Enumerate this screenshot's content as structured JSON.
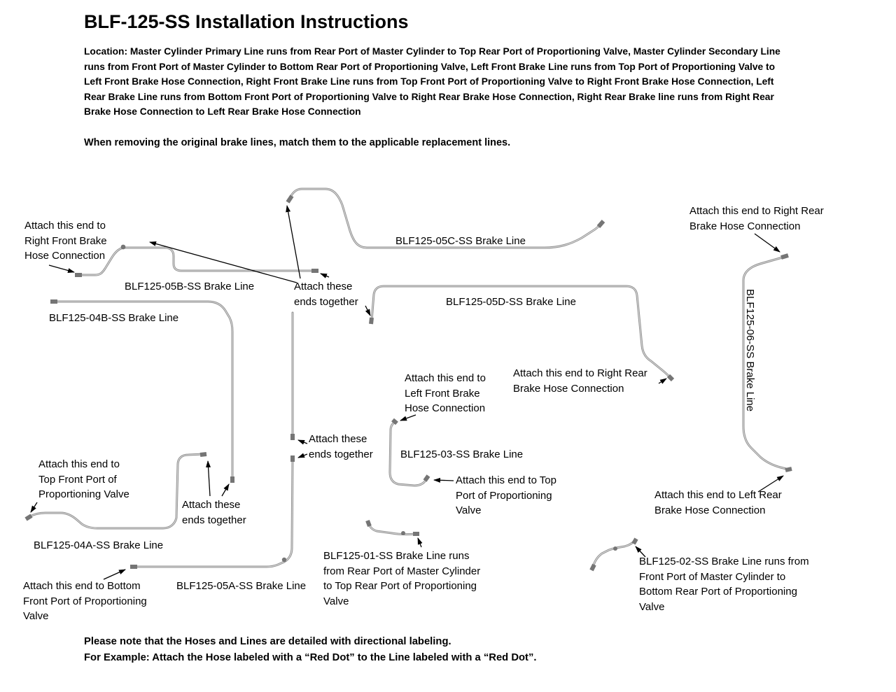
{
  "page": {
    "title": "BLF-125-SS Installation Instructions",
    "location_paragraph": "Location: Master Cylinder Primary Line runs from Rear Port of Master Cylinder to Top Rear Port of Proportioning Valve, Master Cylinder Secondary Line\nruns from Front Port of Master Cylinder to Bottom Rear Port of Proportioning Valve, Left Front Brake Line runs from Top Port of Proportioning Valve to\nLeft Front Brake Hose Connection, Right Front Brake Line runs from Top Front Port of Proportioning Valve to Right Front Brake Hose Connection, Left\nRear Brake Line runs from Bottom Front Port of Proportioning Valve to Right Rear Brake Hose Connection, Right Rear Brake line runs from Right Rear\nBrake Hose Connection to Left Rear Brake Hose Connection",
    "match_note": "When removing the original brake lines, match them to the applicable replacement lines.",
    "footer": "Please note that the Hoses and Lines are detailed with directional labeling.\nFor Example: Attach the Hose labeled with a “Red Dot” to the Line labeled with a “Red Dot”."
  },
  "diagram": {
    "labels": [
      {
        "id": "attach-right-front-hose",
        "text": "Attach this end to\nRight Front Brake\nHose Connection"
      },
      {
        "id": "blf125-05b",
        "text": "BLF125-05B-SS Brake Line"
      },
      {
        "id": "blf125-04b",
        "text": "BLF125-04B-SS Brake Line"
      },
      {
        "id": "attach-ends-top",
        "text": "Attach these\nends together"
      },
      {
        "id": "blf125-05c",
        "text": "BLF125-05C-SS Brake Line"
      },
      {
        "id": "attach-right-rear-top",
        "text": "Attach this end to Right Rear\nBrake Hose Connection"
      },
      {
        "id": "blf125-05d",
        "text": "BLF125-05D-SS Brake Line"
      },
      {
        "id": "blf125-06-vertical",
        "text": "BLF125-06-SS Brake Line"
      },
      {
        "id": "attach-left-front-hose",
        "text": "Attach this end to\nLeft Front Brake\nHose Connection"
      },
      {
        "id": "attach-right-rear-mid",
        "text": "Attach this end to Right Rear\nBrake Hose Connection"
      },
      {
        "id": "attach-ends-mid",
        "text": "Attach these\nends together"
      },
      {
        "id": "blf125-03",
        "text": "BLF125-03-SS Brake Line"
      },
      {
        "id": "attach-top-front-port",
        "text": "Attach this end to\nTop Front Port of\nProportioning Valve"
      },
      {
        "id": "attach-ends-bottom",
        "text": "Attach these\nends together"
      },
      {
        "id": "attach-top-port",
        "text": "Attach this end to Top\nPort of Proportioning\nValve"
      },
      {
        "id": "attach-left-rear-hose",
        "text": "Attach this end to Left Rear\nBrake Hose Connection"
      },
      {
        "id": "blf125-04a",
        "text": "BLF125-04A-SS Brake Line"
      },
      {
        "id": "blf125-01",
        "text": "BLF125-01-SS Brake Line runs\nfrom Rear Port of Master Cylinder\nto Top Rear Port of Proportioning\nValve"
      },
      {
        "id": "attach-bottom-front-port",
        "text": "Attach this end to Bottom\nFront Port of Proportioning\nValve"
      },
      {
        "id": "blf125-05a",
        "text": "BLF125-05A-SS Brake Line"
      },
      {
        "id": "blf125-02",
        "text": "BLF125-02-SS Brake Line runs from\nFront Port of Master Cylinder to\nBottom Rear Port of Proportioning\nValve"
      }
    ]
  }
}
